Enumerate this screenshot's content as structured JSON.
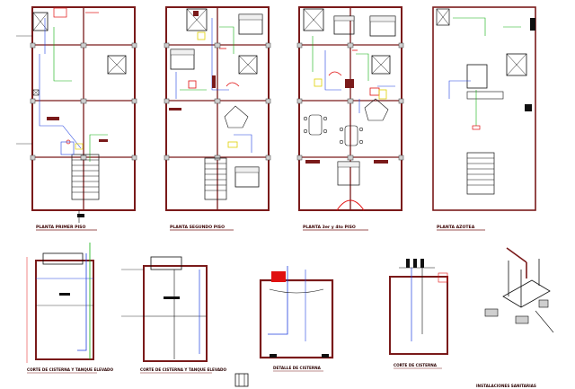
{
  "drawing": {
    "palette": {
      "walls": "#7a1a1a",
      "wall_fill": "#cfcfcf",
      "red": "#e01010",
      "green": "#10b010",
      "blue": "#2040e0",
      "yellow": "#e0d000",
      "magenta": "#c000c0",
      "dark": "#101010",
      "cyan": "#00b0c0"
    },
    "plans": [
      {
        "id": "primer-piso",
        "title": "PLANTA PRIMER PISO"
      },
      {
        "id": "segundo-piso",
        "title": "PLANTA SEGUNDO PISO"
      },
      {
        "id": "tercer-piso",
        "title": "PLANTA 3er y 4to PISO"
      },
      {
        "id": "azotea",
        "title": "PLANTA AZOTEA"
      }
    ],
    "details": [
      {
        "id": "cisterna-corte-1",
        "title": "CORTE DE CISTERNA Y TANQUE ELEVADO"
      },
      {
        "id": "cisterna-corte-2",
        "title": "CORTE DE CISTERNA Y TANQUE ELEVADO"
      },
      {
        "id": "cisterna-planta",
        "title": "DETALLE DE CISTERNA"
      },
      {
        "id": "cisterna-corte-3",
        "title": "CORTE DE CISTERNA"
      },
      {
        "id": "isometrico",
        "title": "ISOMETRICO"
      }
    ],
    "sheet_title": "INSTALACIONES SANITARIAS"
  }
}
